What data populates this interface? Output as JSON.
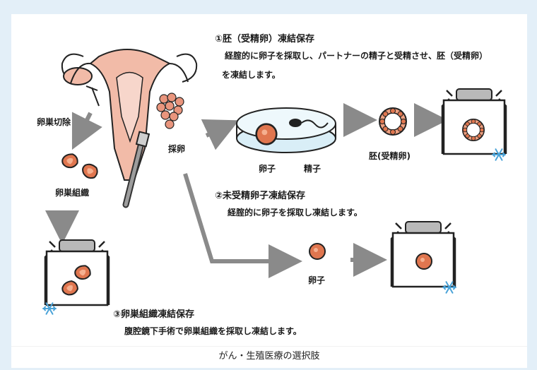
{
  "method1": {
    "title": "①胚（受精卵）凍結保存",
    "desc_line1": "経腟的に卵子を採取し、パートナーの精子と受精させ、胚（受精卵）",
    "desc_line2": "を凍結します。"
  },
  "method2": {
    "title": "②未受精卵子凍結保存",
    "desc": "経腟的に卵子を採取し凍結します。"
  },
  "method3": {
    "title": "③卵巣組織凍結保存",
    "desc": "腹腔鏡下手術で卵巣組織を採取し凍結します。"
  },
  "labels": {
    "ovary_removal": "卵巣切除",
    "ovarian_tissue": "卵巣組織",
    "egg_retrieval": "採卵",
    "egg_1": "卵子",
    "sperm": "精子",
    "embryo": "胚(受精卵)",
    "egg_2": "卵子"
  },
  "caption": "がん・生殖医療の選択肢",
  "colors": {
    "background": "#e3eff8",
    "arrow": "#8a8a8a",
    "egg_fill": "#e0764f",
    "uterus": "#f2bba8",
    "outline": "#222222",
    "snowflake": "#4aa3d8"
  },
  "icons": [
    "uterus-icon",
    "probe-icon",
    "tissue-icon",
    "petri-dish-icon",
    "sperm-icon",
    "embryo-icon",
    "cryo-tank-icon",
    "snowflake-icon"
  ]
}
